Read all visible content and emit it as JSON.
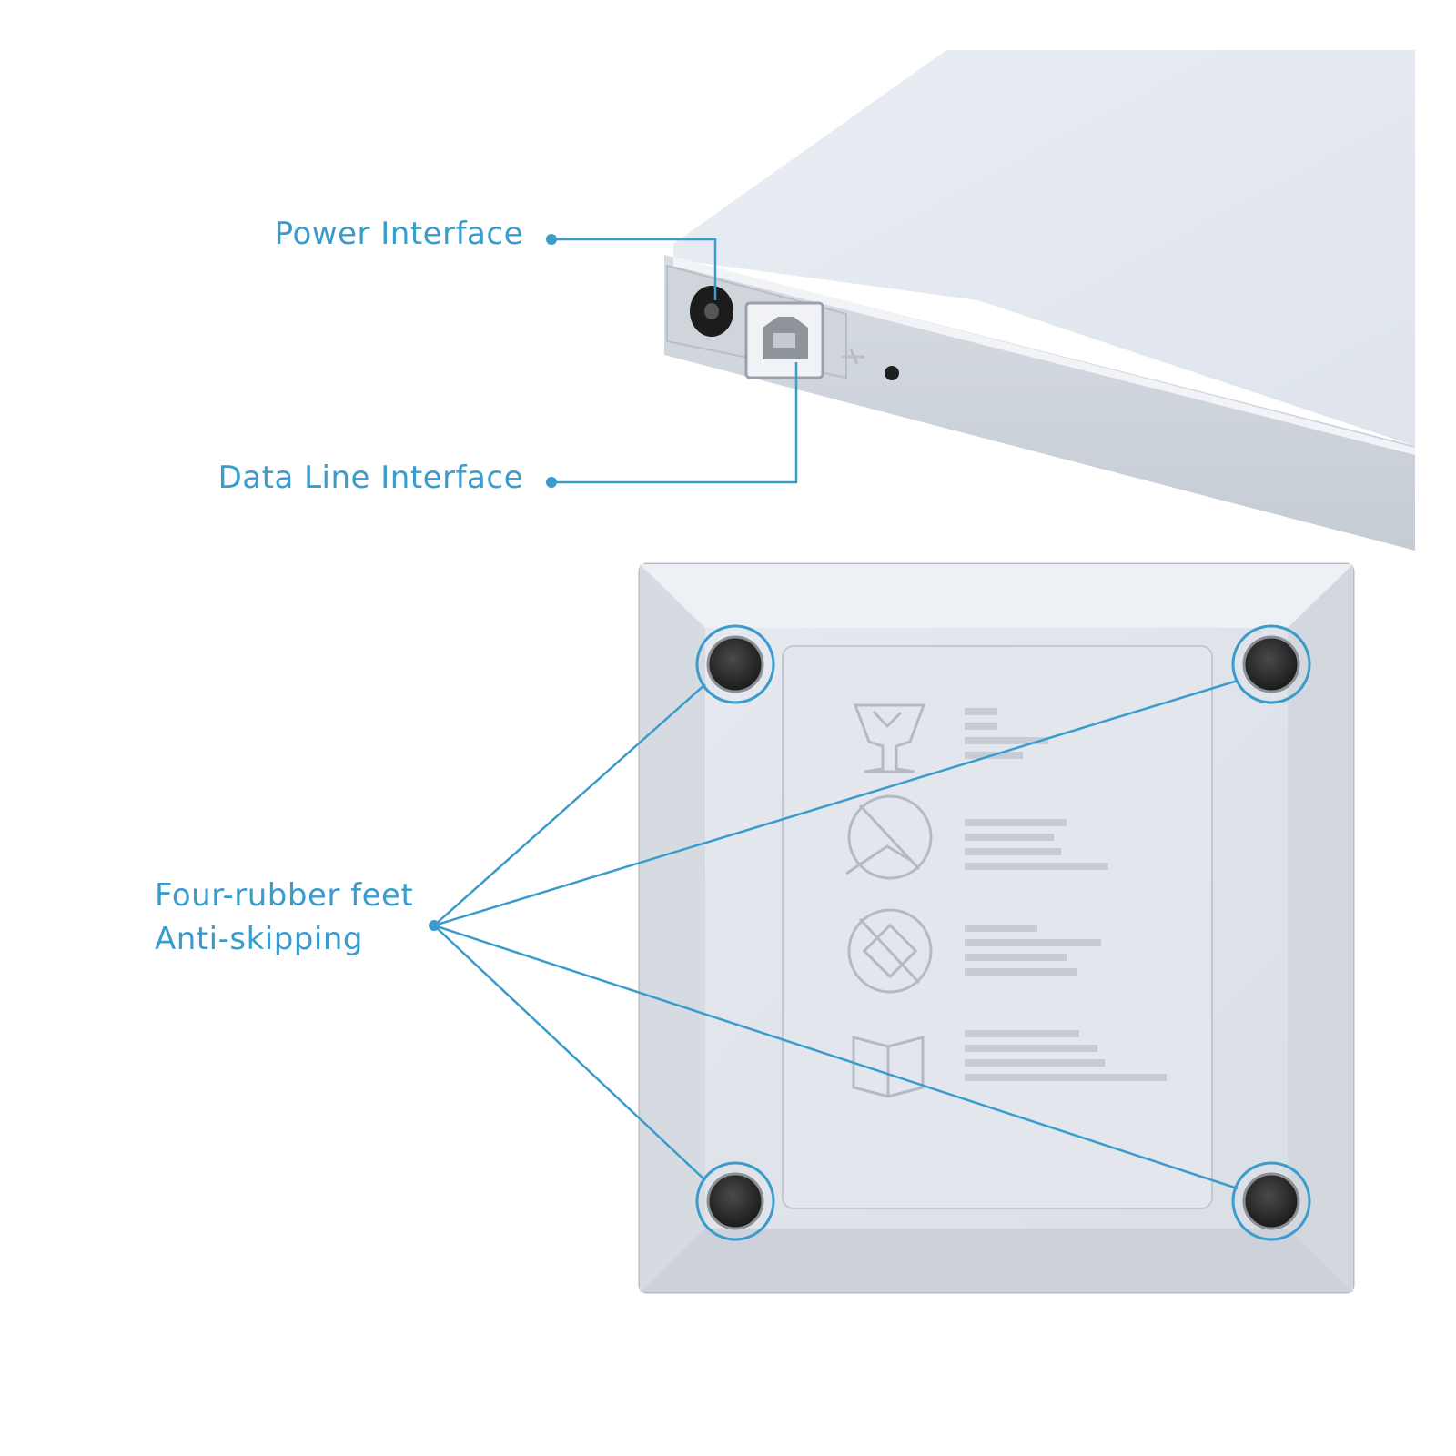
{
  "callouts": {
    "power_interface": "Power Interface",
    "data_line_interface": "Data Line Interface",
    "feet_line1": "Four-rubber feet",
    "feet_line2": "Anti-skipping"
  },
  "colors": {
    "accent": "#3a9bcd",
    "casing": "#e4e8ef",
    "casing_shadow": "#c9ced6",
    "rubber_foot": "#2a2a2a"
  },
  "icons": [
    "fragile-glass-icon",
    "do-not-push-icon",
    "do-not-drop-icon",
    "read-manual-icon",
    "usb-symbol-icon"
  ]
}
